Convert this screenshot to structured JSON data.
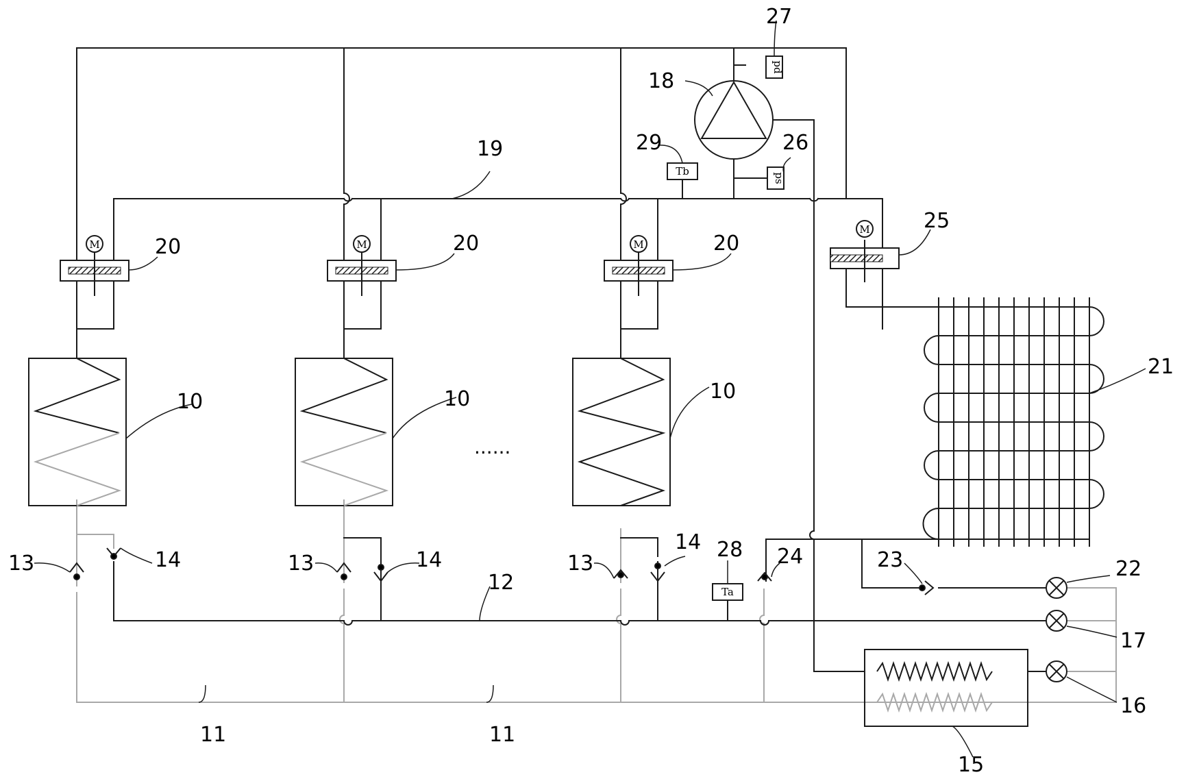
{
  "colors": {
    "pipe_dark": "#1a1a1a",
    "pipe_light": "#a8a8a8",
    "hatch": "#222222",
    "background": "#ffffff"
  },
  "labels": {
    "suction_line": "19",
    "liquid_line": "12",
    "gas_line_left": "11",
    "gas_line_right": "11",
    "indoor_unit_1": "10",
    "indoor_unit_2": "10",
    "indoor_unit_3": "10",
    "valve_20_1": "20",
    "valve_20_2": "20",
    "valve_20_3": "20",
    "valve_25": "25",
    "condenser": "21",
    "compressor": "18",
    "sensor_pd": "27",
    "sensor_ps": "26",
    "sensor_tb": "29",
    "sensor_ta": "28",
    "check_13_1": "13",
    "check_14_1": "14",
    "check_13_2": "13",
    "check_14_2": "14",
    "check_13_3": "13",
    "check_14_3": "14",
    "check_24": "24",
    "check_23": "23",
    "expansion_22": "22",
    "expansion_17": "17",
    "expansion_16": "16",
    "heat_exchanger": "15",
    "ellipsis": "......"
  },
  "sensors": {
    "pd": "pd",
    "ps": "ps",
    "tb": "Tb",
    "ta": "Ta"
  },
  "motor_symbol": "M"
}
